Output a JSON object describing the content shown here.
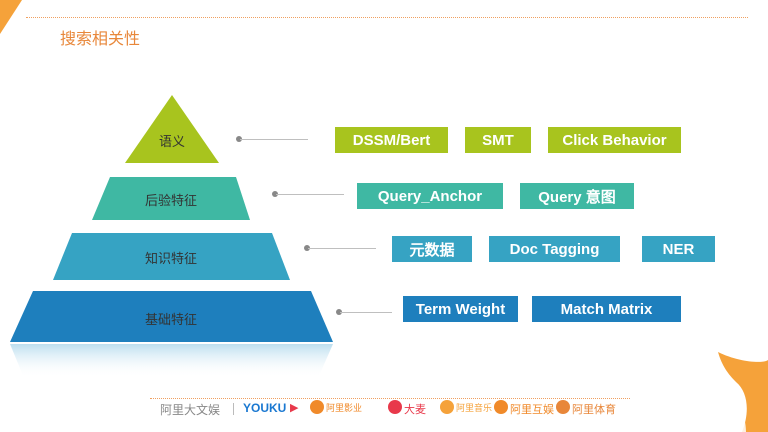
{
  "slide": {
    "title": "搜索相关性"
  },
  "pyramid": [
    {
      "label": "语义",
      "color": "#a8c41e"
    },
    {
      "label": "后验特征",
      "color": "#3fb8a3"
    },
    {
      "label": "知识特征",
      "color": "#36a3c3"
    },
    {
      "label": "基础特征",
      "color": "#1e7fbd"
    }
  ],
  "tags": {
    "row1": [
      "DSSM/Bert",
      "SMT",
      "Click Behavior"
    ],
    "row2": [
      "Query_Anchor",
      "Query 意图"
    ],
    "row3": [
      "元数据",
      "Doc Tagging",
      "NER"
    ],
    "row4": [
      "Term Weight",
      "Match Matrix"
    ]
  },
  "footer": {
    "brands": [
      "阿里大文娱",
      "YOUKU",
      "阿里影业",
      "大麦",
      "阿里音乐",
      "阿里互娱",
      "阿里体育"
    ]
  },
  "colors": {
    "accent": "#f5a23a",
    "green": "#a8c41e",
    "teal": "#3fb8a3",
    "cyan": "#36a3c3",
    "blue": "#1e7fbd"
  }
}
